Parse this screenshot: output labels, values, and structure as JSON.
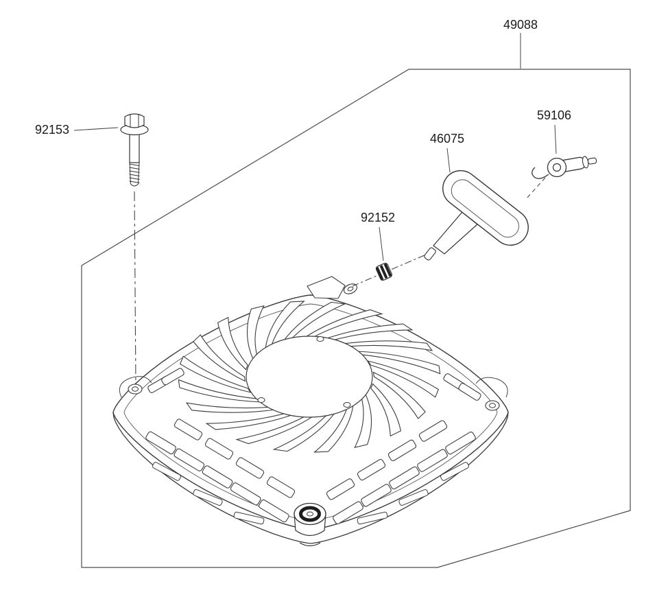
{
  "canvas": {
    "background": "#ffffff",
    "line_color": "#3a3a3a",
    "text_color": "#1b1b1b"
  },
  "parts": {
    "assembly": {
      "number": "49088"
    },
    "bolt": {
      "number": "92153"
    },
    "grip_handle": {
      "number": "46075"
    },
    "rope_knob": {
      "number": "59106"
    },
    "bushing": {
      "number": "92152"
    }
  }
}
